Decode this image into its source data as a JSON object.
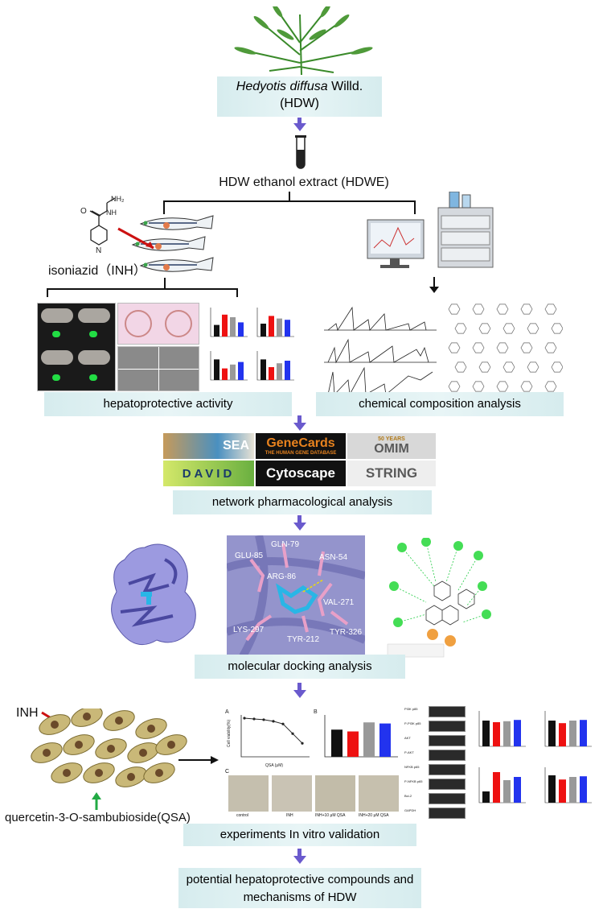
{
  "herb": {
    "name_italic": "Hedyotis diffusa",
    "name_rest": " Willd.",
    "abbr": "(HDW)"
  },
  "extract_label": "HDW ethanol extract (HDWE)",
  "inh_label": "isoniazid（INH）",
  "inh_formula_nh": "NH",
  "inh_formula_nh2": "NH₂",
  "inh_formula_o": "O",
  "inh_formula_n": "N",
  "boxes": {
    "hepatoprotective": "hepatoprotective activity",
    "chemical": "chemical composition analysis",
    "network": "network pharmacological analysis",
    "docking": "molecular docking analysis",
    "invitro": "experiments In vitro validation",
    "final_line1": "potential hepatoprotective compounds and",
    "final_line2": "mechanisms of HDW"
  },
  "logos": {
    "sea": "SEA",
    "genecards": "GeneCards",
    "genecards_sub": "THE HUMAN GENE DATABASE",
    "omim": "OMIM",
    "omim_years": "50 YEARS",
    "cytoscape": "Cytoscape",
    "string": "STRING",
    "david": "DAVID"
  },
  "docking_residues": [
    "GLN-79",
    "GLU-85",
    "ASN-54",
    "ARG-86",
    "VAL-271",
    "LYS-297",
    "TYR-212",
    "TYR-326"
  ],
  "invitro": {
    "inh": "INH",
    "qsa": "quercetin-3-O-sambubioside(QSA)",
    "panel_labels": [
      "A",
      "B",
      "C"
    ],
    "chart_xlabel": "QSA (μM)",
    "chart_ylabel": "Cell viability(%)",
    "micro_labels": [
      "control",
      "INH",
      "INH+10 μM QSA",
      "INH+20 μM QSA"
    ],
    "blot_labels": [
      "PI3K p85",
      "P-PI3K p85",
      "AKT",
      "P-AKT",
      "NFKB p65",
      "P-NFKB p65",
      "Bcl-2",
      "GAPDH"
    ]
  },
  "colors": {
    "arrow": "#6a5acd",
    "box": "#dff0f2",
    "red_arrow": "#cc1111",
    "green_arrow": "#22aa44"
  }
}
